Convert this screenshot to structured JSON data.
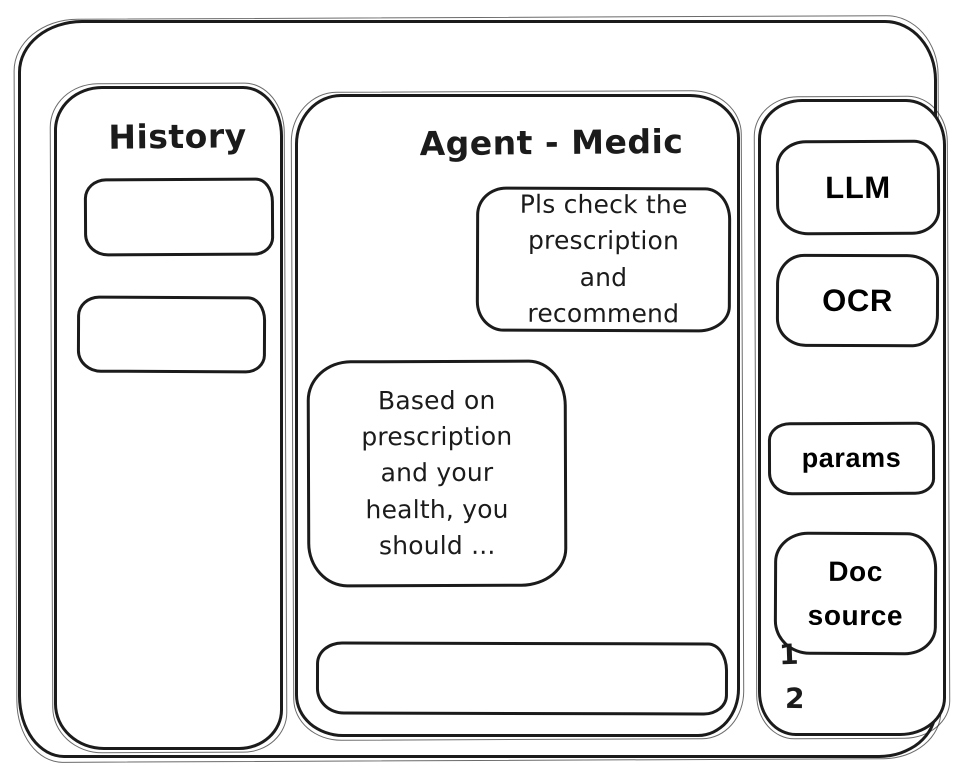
{
  "canvas": {
    "background": "#ffffff",
    "ink": "#1b1b1b"
  },
  "history_panel": {
    "title": "History",
    "items": [
      {
        "label": ""
      },
      {
        "label": ""
      }
    ]
  },
  "chat_panel": {
    "title": "Agent - Medic",
    "messages": [
      {
        "role": "user",
        "text": "Pls check the prescription and recommend"
      },
      {
        "role": "assistant",
        "text": "Based on prescription and your health, you should ..."
      }
    ],
    "input": {
      "value": "",
      "placeholder": ""
    }
  },
  "tools_panel": {
    "buttons": [
      {
        "label": "LLM"
      },
      {
        "label": "OCR"
      },
      {
        "label": "params"
      },
      {
        "label": "Doc source"
      }
    ],
    "doc_source_items": [
      "1",
      "2"
    ]
  }
}
